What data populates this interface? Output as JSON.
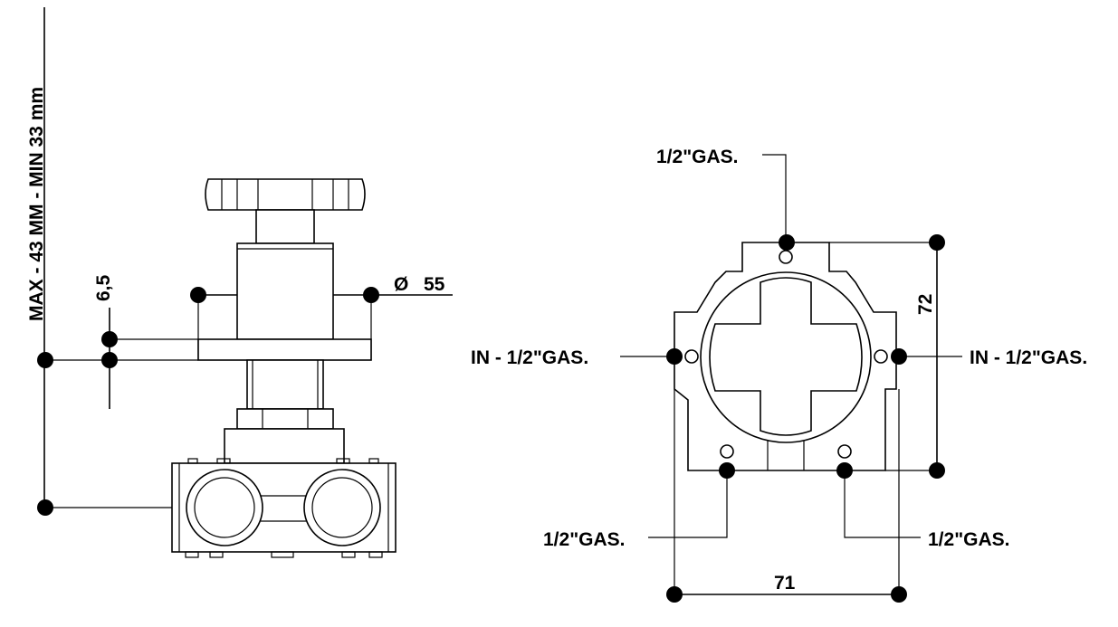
{
  "left_view": {
    "height_label": "MAX - 43 MM - MIN 33 mm",
    "flange_thickness_label": "6,5",
    "diameter_symbol": "Ø",
    "diameter_label": "55"
  },
  "right_view": {
    "top_port": "1/2\"GAS.",
    "left_inlet": "IN - 1/2\"GAS.",
    "right_inlet": "IN - 1/2\"GAS.",
    "bottom_left_port": "1/2\"GAS.",
    "bottom_right_port": "1/2\"GAS.",
    "height_dim": "72",
    "width_dim": "71"
  }
}
